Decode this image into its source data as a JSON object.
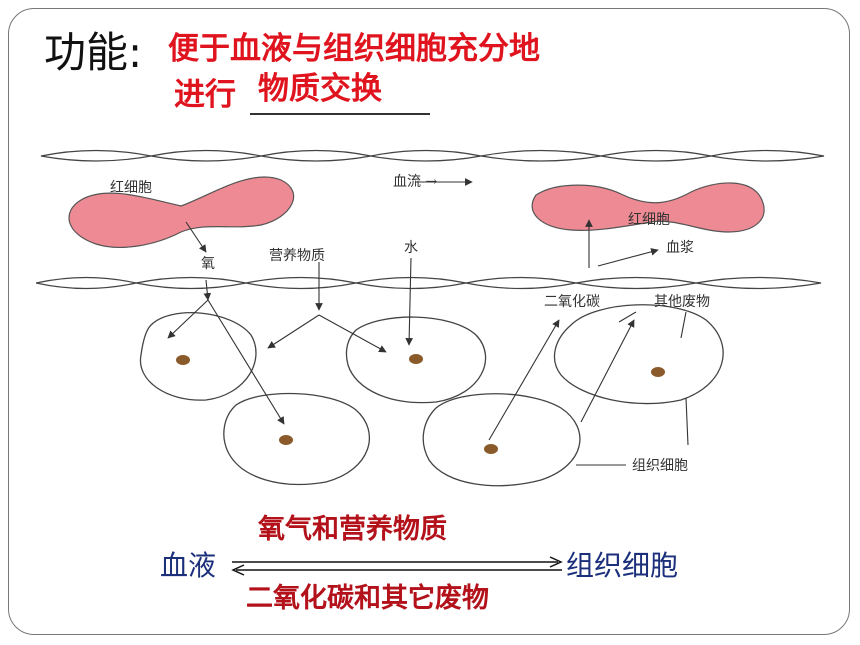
{
  "heading": {
    "label": "功能:",
    "line1": "便于血液与组织细胞充分地",
    "line2_prefix": "进行",
    "line2_fill": "物质交换"
  },
  "diagram": {
    "labels": {
      "rbc_left": "红细胞",
      "blood_flow": "血流 →",
      "rbc_right": "红细胞",
      "oxygen": "氧",
      "nutrients": "营养物质",
      "water": "水",
      "plasma": "血浆",
      "co2": "二氧化碳",
      "other_waste": "其他废物",
      "tissue_cells": "组织细胞"
    }
  },
  "exchange": {
    "blood": "血液",
    "tissue": "组织细胞",
    "to_tissue": "氧气和营养物质",
    "to_blood": "二氧化碳和其它废物"
  },
  "colors": {
    "title_red": "#e0141e",
    "flow_red": "#b3121b",
    "flow_blue": "#1b2f7a",
    "rbc_fill": "#ee8a93",
    "nucleus": "#8a5a2b"
  }
}
